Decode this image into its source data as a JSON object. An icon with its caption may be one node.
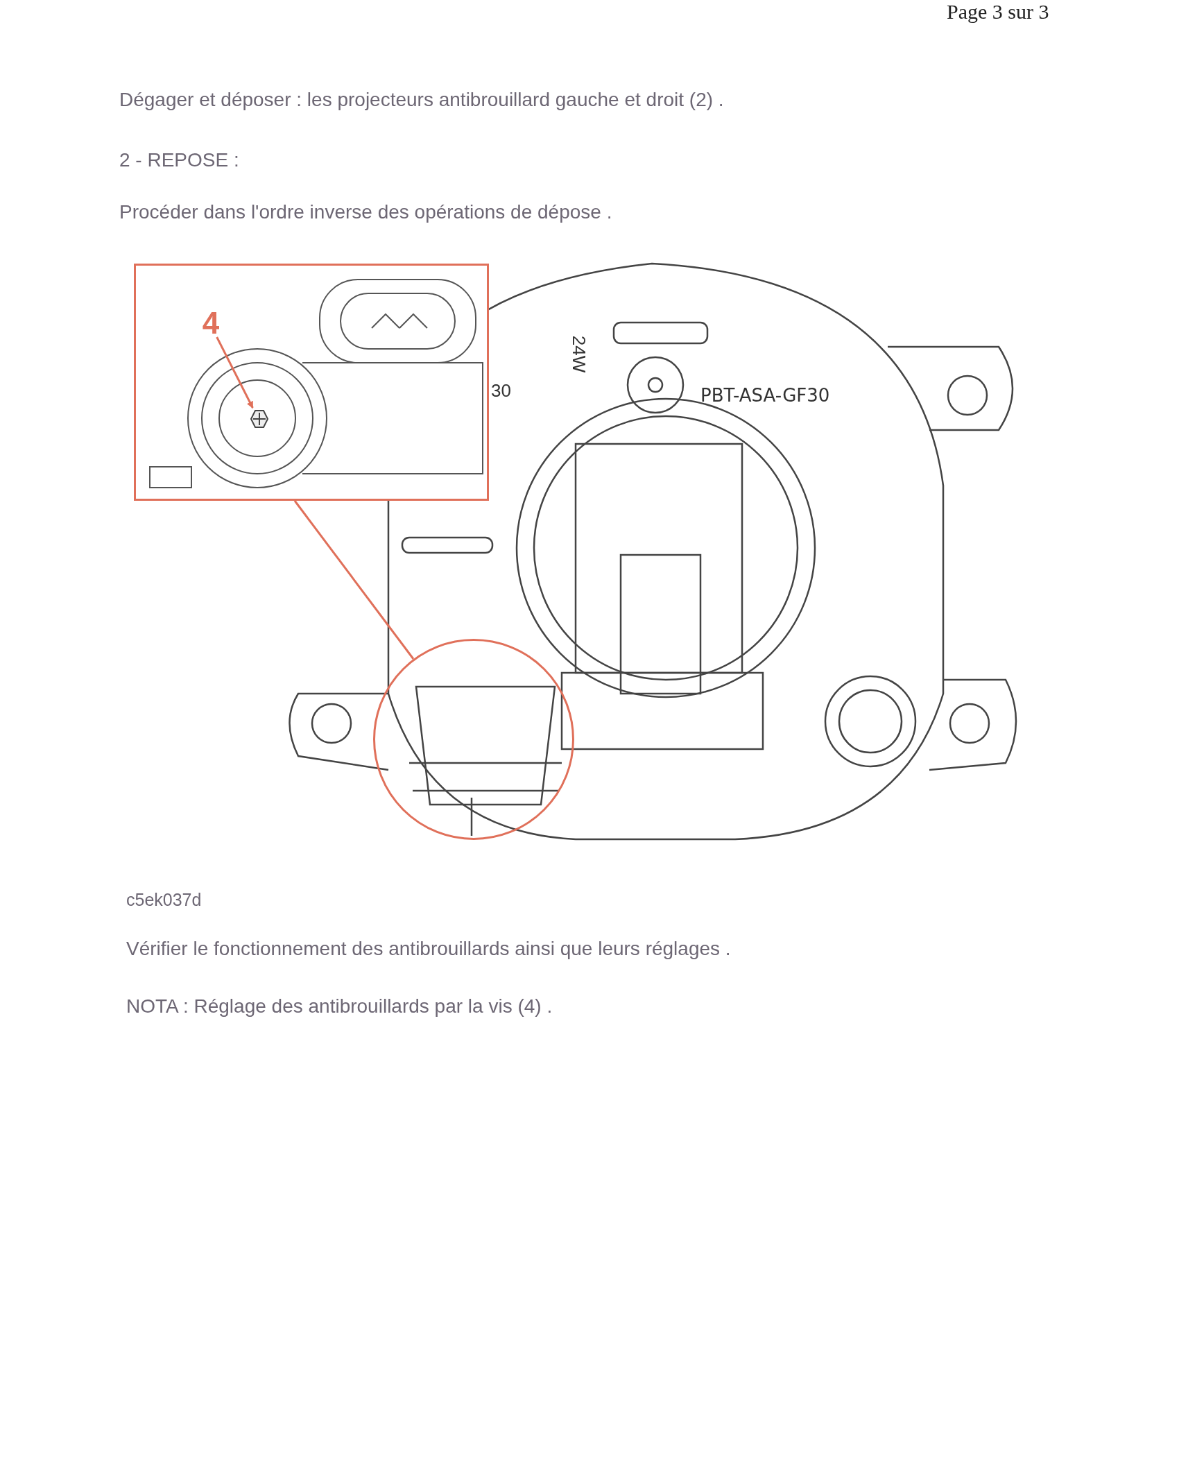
{
  "diagram": {
    "nodes": [
      {
        "text": [],
        "shape": "picture"
      },
      {
        "text": [
          "4"
        ],
        "in": 0
      },
      {
        "text": [],
        "shape": "picture",
        "in": 0
      },
      {
        "text": [],
        "shape": "circle"
      }
    ],
    "edges": [
      {
        "from": 1,
        "to": 2,
        "arrow": "to"
      },
      {
        "from": 0,
        "to": 3,
        "arrow": "none"
      }
    ],
    "labels": [
      "Page 3 sur 3",
      "Dégager et déposer : les projecteurs antibrouillard gauche et droit (2) .",
      "2 - REPOSE :",
      "Procéder dans l'ordre inverse des opérations de dépose .",
      "30",
      "24W",
      "PBT-ASA-GF30",
      "c5ek037d",
      "Vérifier le fonctionnement des antibrouillards ainsi que leurs réglages .",
      "NOTA : Réglage des antibrouillards par la vis (4) ."
    ]
  }
}
